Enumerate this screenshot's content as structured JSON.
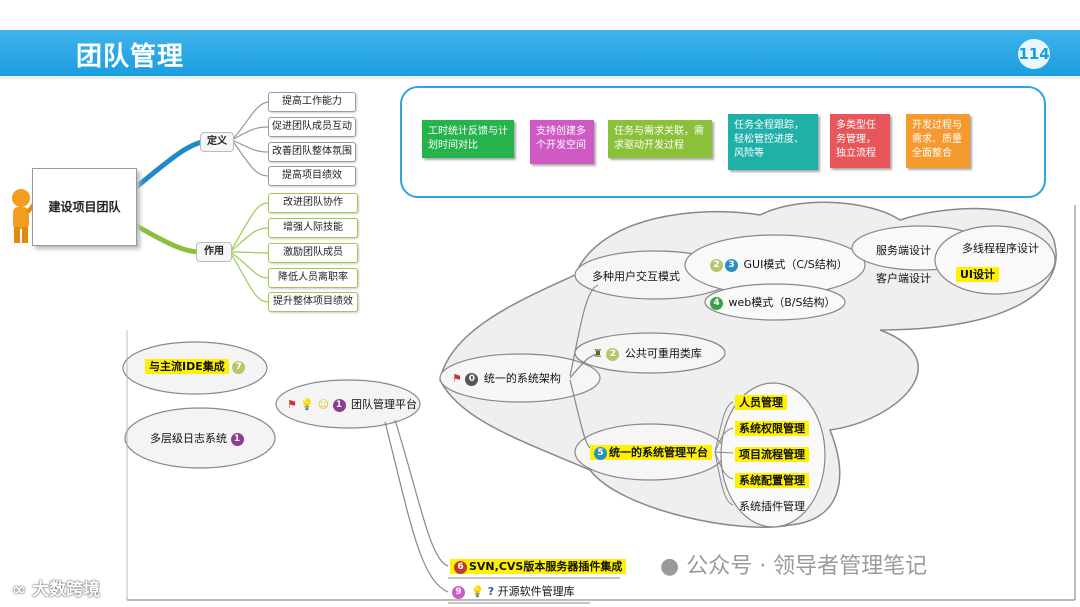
{
  "header": {
    "title": "团队管理",
    "page_number": "114"
  },
  "team_map": {
    "center": "建设项目团队",
    "definition": {
      "label": "定义",
      "items": [
        "提高工作能力",
        "促进团队成员互动",
        "改善团队整体氛围",
        "提高项目绩效"
      ]
    },
    "function": {
      "label": "作用",
      "items": [
        "改进团队协作",
        "增强人际技能",
        "激励团队成员",
        "降低人员离职率",
        "提升整体项目绩效"
      ]
    }
  },
  "features": [
    {
      "text": "工时统计反馈与计划时间对比",
      "color": "#27b34b"
    },
    {
      "text": "支持创建多个开发空间",
      "color": "#cf5ac3"
    },
    {
      "text": "任务与需求关联，需求驱动开发过程",
      "color": "#8ac03a"
    },
    {
      "text": "任务全程跟踪，轻松管控进度、风险等",
      "color": "#1fb0a8"
    },
    {
      "text": "多类型任务管理，独立流程",
      "color": "#e8565c"
    },
    {
      "text": "开发过程与需求、质量全面整合",
      "color": "#f59a2f"
    }
  ],
  "platform": {
    "root": "团队管理平台",
    "root_num": "1",
    "left_nodes": [
      {
        "text": "与主流IDE集成",
        "num": "7"
      },
      {
        "text": "多层级日志系统",
        "num": "1"
      }
    ],
    "architecture": {
      "text": "统一的系统架构",
      "num": "0"
    },
    "interaction": {
      "text": "多种用户交互模式"
    },
    "gui": {
      "text": "GUI模式（C/S结构）",
      "nums": [
        "2",
        "3"
      ]
    },
    "web": {
      "text": "web模式（B/S结构）",
      "num": "4"
    },
    "server": "服务端设计",
    "client": "客户端设计",
    "multithread": "多线程程序设计",
    "ui": "UI设计",
    "library": {
      "text": "公共可重用类库",
      "num": "2"
    },
    "mgmt": {
      "text": "统一的系统管理平台",
      "num": "5"
    },
    "mgmt_items": [
      "人员管理",
      "系统权限管理",
      "项目流程管理",
      "系统配置管理",
      "系统插件管理"
    ],
    "svn": {
      "text": "SVN,CVS版本服务器插件集成",
      "num": "6"
    },
    "oss": {
      "text": "开源软件管理库",
      "num": "9"
    }
  },
  "watermarks": {
    "wechat": "公众号 · 领导者管理笔记",
    "logo": "大数跨境"
  }
}
